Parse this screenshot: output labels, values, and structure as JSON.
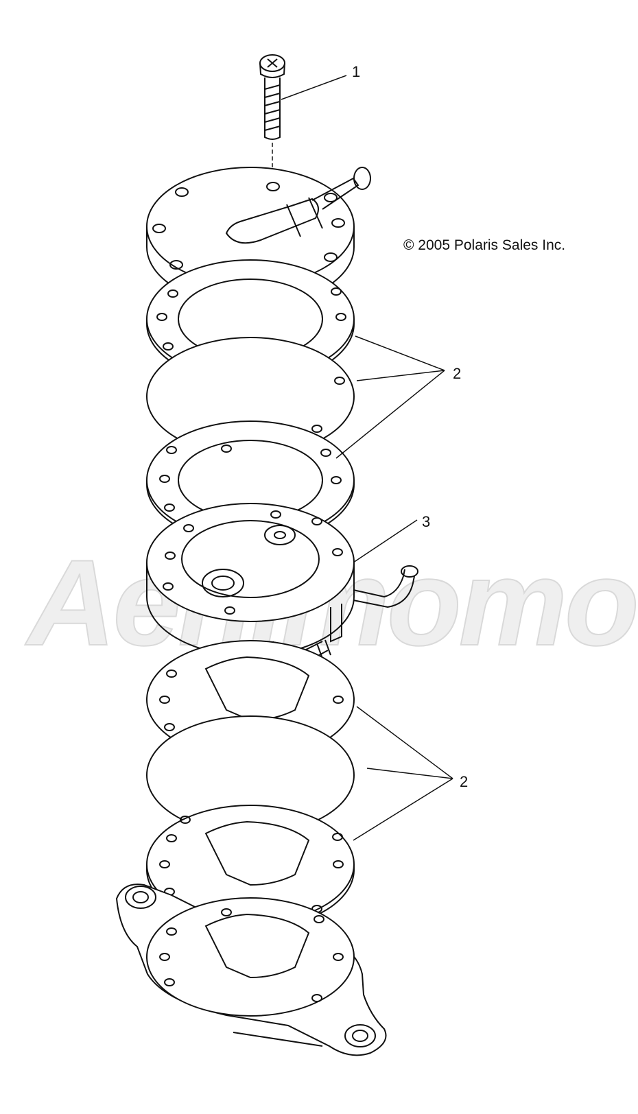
{
  "copyright": "© 2005 Polaris Sales Inc.",
  "callouts": [
    "1",
    "2",
    "3",
    "2"
  ],
  "watermark": "Aehimomo",
  "colors": {
    "line": "#111111",
    "paper": "#ffffff",
    "watermark": "#e6e6e6"
  }
}
